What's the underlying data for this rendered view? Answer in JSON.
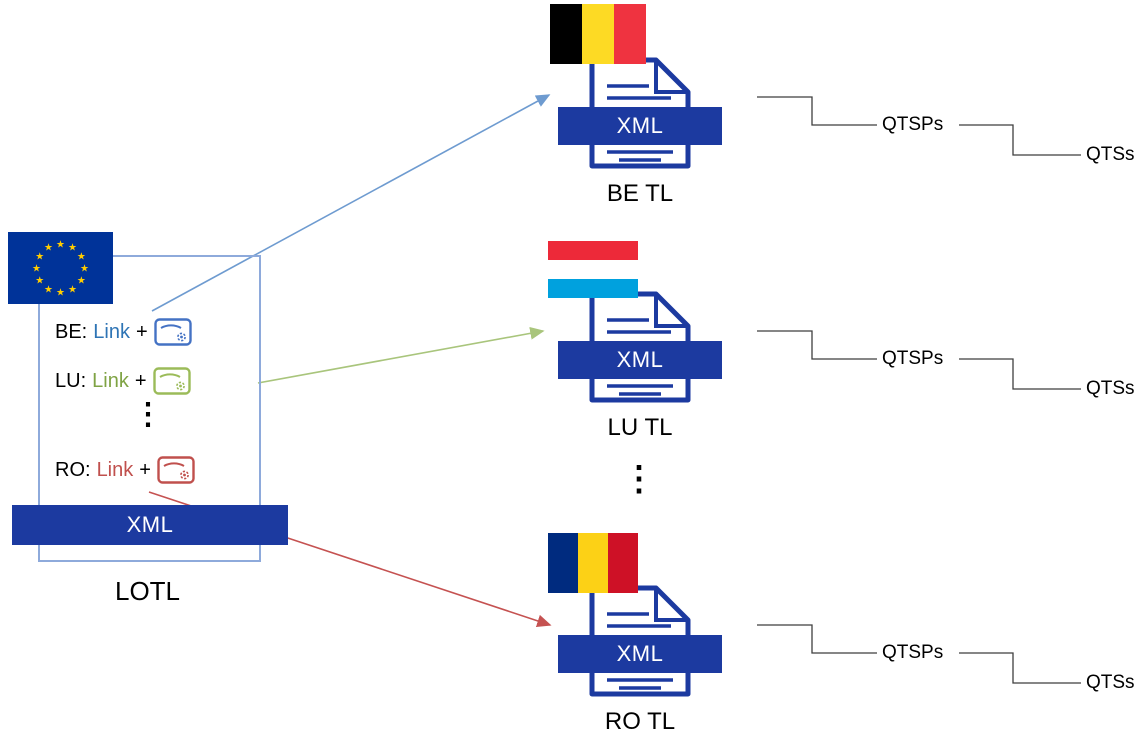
{
  "colors": {
    "dark_blue": "#1C3AA0",
    "lotl_box_border": "#8EAADB",
    "be_link": "#2E74B5",
    "lu_link": "#7FA344",
    "ro_link": "#C0504D",
    "arrow_be": "#6E9BD0",
    "arrow_lu": "#A9C57C",
    "arrow_ro": "#C55251",
    "connector": "#3F3F3F",
    "eu_flag_blue": "#003399",
    "eu_flag_star": "#FFCC00",
    "be_flag": [
      "#000000",
      "#FDDA24",
      "#EF3340"
    ],
    "lu_flag": [
      "#ED2939",
      "#FFFFFF",
      "#00A1DE"
    ],
    "ro_flag": [
      "#002B7F",
      "#FCD116",
      "#CE1126"
    ]
  },
  "lotl": {
    "label": "LOTL",
    "xml_label": "XML",
    "ellipsis": "⋮",
    "entries": [
      {
        "country": "BE:",
        "link": "Link",
        "plus": "+"
      },
      {
        "country": "LU:",
        "link": "Link",
        "plus": "+"
      },
      {
        "country": "RO:",
        "link": "Link",
        "plus": "+"
      }
    ]
  },
  "tl_list_ellipsis": "⋮",
  "tls": [
    {
      "label": "BE TL",
      "xml_label": "XML",
      "qtsps_label": "QTSPs",
      "qtss_label": "QTSs"
    },
    {
      "label": "LU TL",
      "xml_label": "XML",
      "qtsps_label": "QTSPs",
      "qtss_label": "QTSs"
    },
    {
      "label": "RO TL",
      "xml_label": "XML",
      "qtsps_label": "QTSPs",
      "qtss_label": "QTSs"
    }
  ]
}
